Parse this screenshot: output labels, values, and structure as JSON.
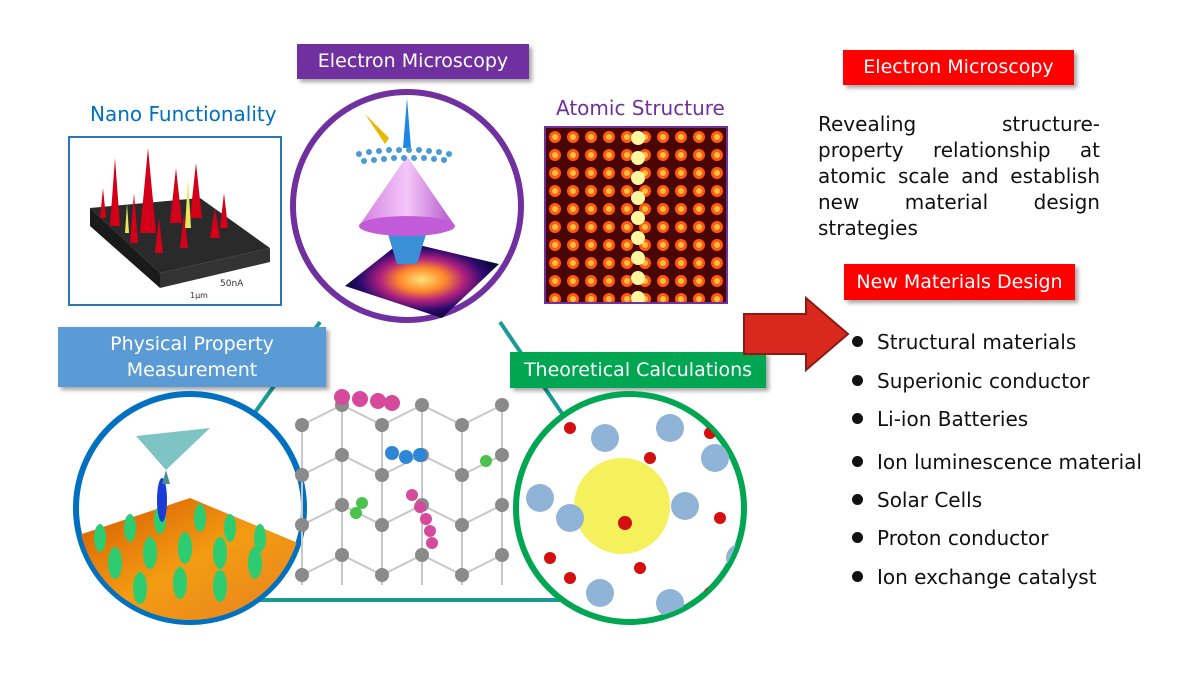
{
  "labels": {
    "nano_functionality": "Nano Functionality",
    "electron_microscopy_top": "Electron Microscopy",
    "atomic_structure": "Atomic Structure",
    "physical_property": "Physical Property\nMeasurement",
    "theoretical_calculations": "Theoretical Calculations",
    "nano_image_scale": "50nA",
    "nano_image_axis": "1μm"
  },
  "right_panel": {
    "section1_title": "Electron Microscopy",
    "section1_text": "Revealing structure-property relationship at atomic scale and establish new material design strategies",
    "section2_title": "New Materials Design",
    "items": [
      "Structural materials",
      "Superionic conductor",
      "Li-ion Batteries",
      "Ion luminescence material",
      "Solar Cells",
      "Proton conductor",
      "Ion exchange catalyst"
    ]
  },
  "colors": {
    "purple": "#7030a0",
    "blue_label": "#5b9bd5",
    "green": "#00a651",
    "red": "#ff0000",
    "nano_blue": "#0070c0",
    "circle_blue": "#2e75b6",
    "triangle_teal": "#1a9a94"
  }
}
